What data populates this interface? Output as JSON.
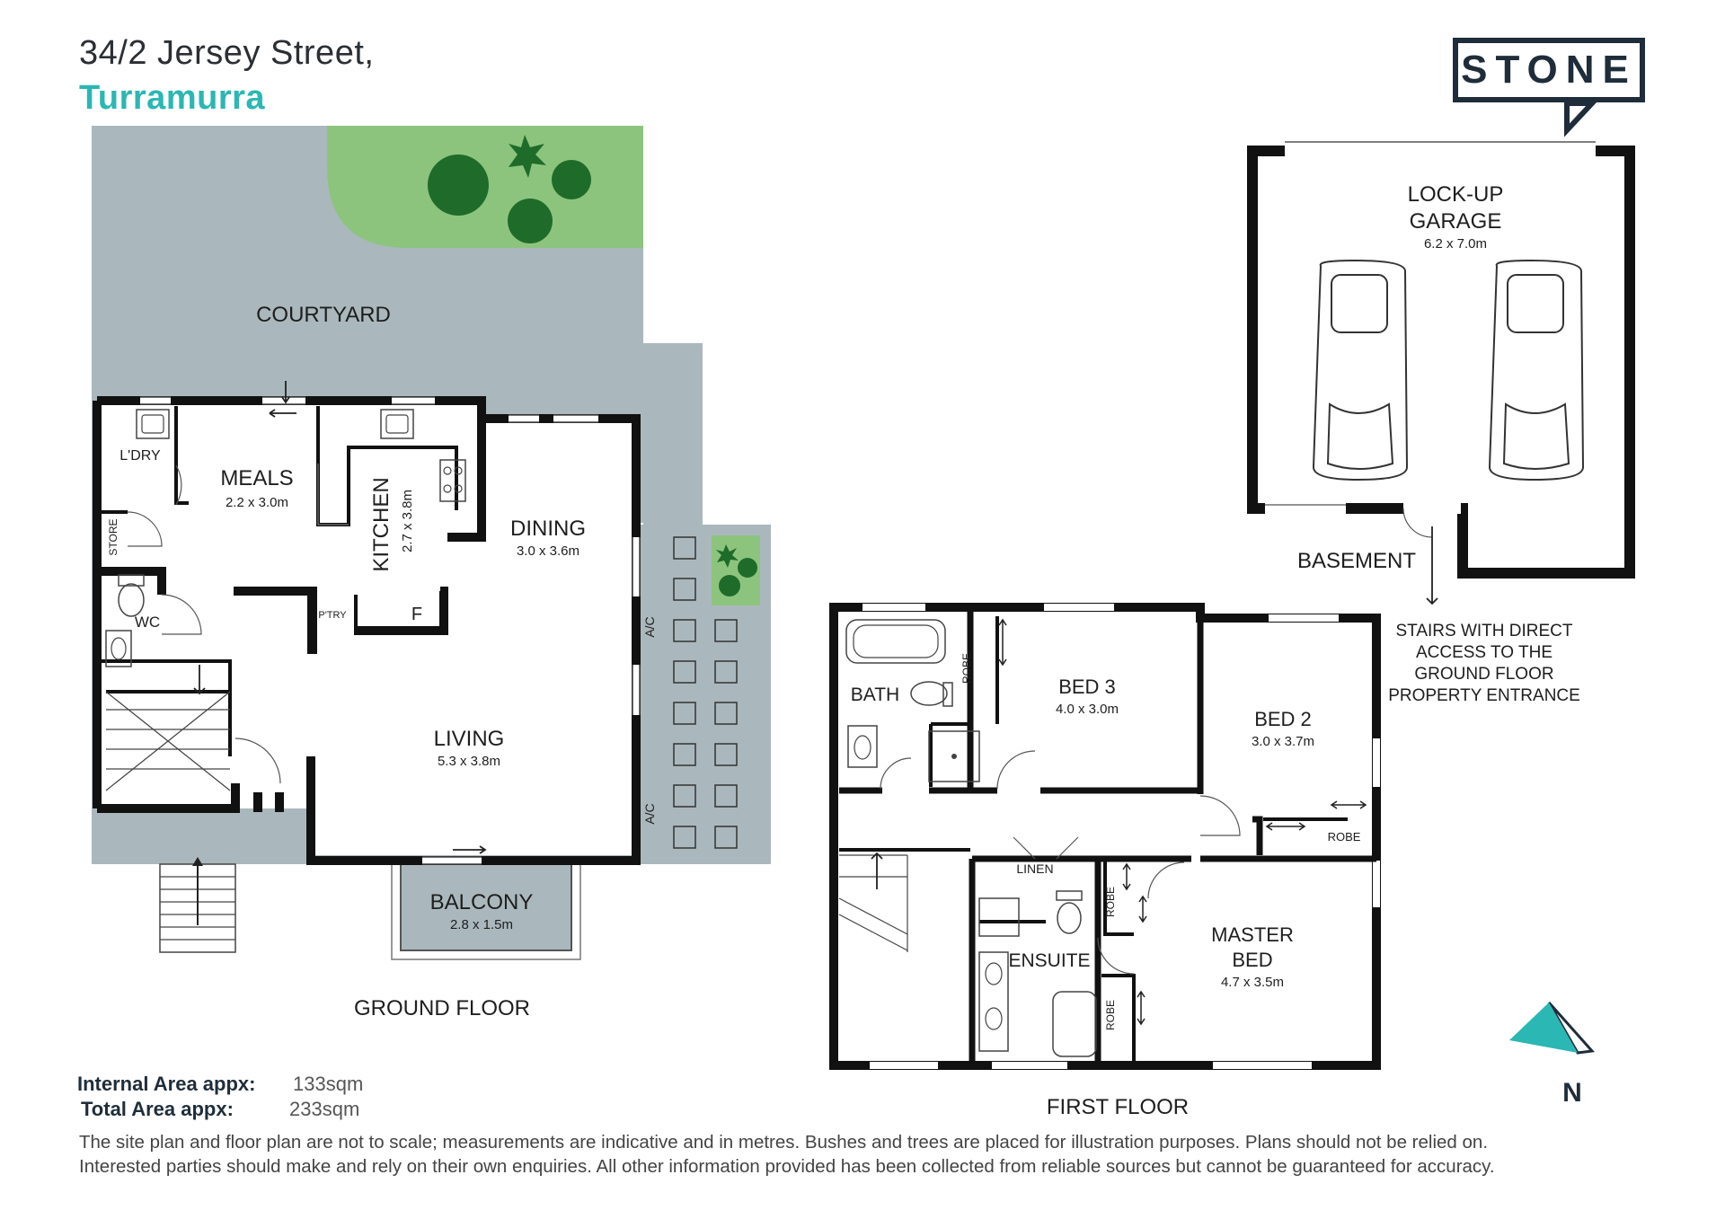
{
  "header": {
    "address_line1": "34/2 Jersey Street,",
    "address_line2": "Turramurra",
    "brand": "STONE"
  },
  "colors": {
    "accent": "#2bb7b3",
    "wall": "#111111",
    "outdoor": "#aab8bd",
    "garden": "#8cc47e",
    "tree": "#1f6b2a",
    "brand": "#1f2d3a"
  },
  "plan": {
    "ground_floor": {
      "label": "GROUND FLOOR",
      "rooms": {
        "courtyard": {
          "name": "COURTYARD"
        },
        "laundry": {
          "name": "L'DRY"
        },
        "meals": {
          "name": "MEALS",
          "dims": "2.2 x 3.0m"
        },
        "kitchen": {
          "name": "KITCHEN",
          "dims": "2.7 x 3.8m"
        },
        "dining": {
          "name": "DINING",
          "dims": "3.0 x 3.6m"
        },
        "store": {
          "name": "STORE"
        },
        "wc": {
          "name": "WC"
        },
        "pantry": {
          "name": "P'TRY"
        },
        "fridge": {
          "name": "F"
        },
        "living": {
          "name": "LIVING",
          "dims": "5.3 x 3.8m"
        },
        "balcony": {
          "name": "BALCONY",
          "dims": "2.8 x 1.5m"
        },
        "ac_1": {
          "name": "A/C"
        },
        "ac_2": {
          "name": "A/C"
        }
      }
    },
    "basement": {
      "label": "BASEMENT",
      "garage": {
        "name_line1": "LOCK-UP",
        "name_line2": "GARAGE",
        "dims": "6.2 x 7.0m"
      },
      "stairs_note": [
        "STAIRS WITH DIRECT",
        "ACCESS TO THE",
        "GROUND FLOOR",
        "PROPERTY ENTRANCE"
      ]
    },
    "first_floor": {
      "label": "FIRST FLOOR",
      "rooms": {
        "bath": {
          "name": "BATH"
        },
        "robe_bed3": {
          "name": "ROBE"
        },
        "bed3": {
          "name": "BED 3",
          "dims": "4.0 x 3.0m"
        },
        "bed2": {
          "name": "BED 2",
          "dims": "3.0 x 3.7m"
        },
        "robe_bed2": {
          "name": "ROBE"
        },
        "linen": {
          "name": "LINEN"
        },
        "robe_master_1": {
          "name": "ROBE"
        },
        "robe_master_2": {
          "name": "ROBE"
        },
        "ensuite": {
          "name": "ENSUITE"
        },
        "master": {
          "name_line1": "MASTER",
          "name_line2": "BED",
          "dims": "4.7 x 3.5m"
        }
      }
    },
    "compass": {
      "label": "N"
    }
  },
  "areas": {
    "internal_label": "Internal Area appx:",
    "internal_value": "133sqm",
    "total_label": "Total Area appx:",
    "total_value": "233sqm"
  },
  "disclaimer": {
    "line1": "The site plan and floor plan are not to scale; measurements are indicative and in metres. Bushes and trees are placed for illustration purposes. Plans should not be relied on.",
    "line2": "Interested parties should make and rely on their own enquiries. All other information provided has been collected from reliable sources but cannot be guaranteed for accuracy."
  }
}
